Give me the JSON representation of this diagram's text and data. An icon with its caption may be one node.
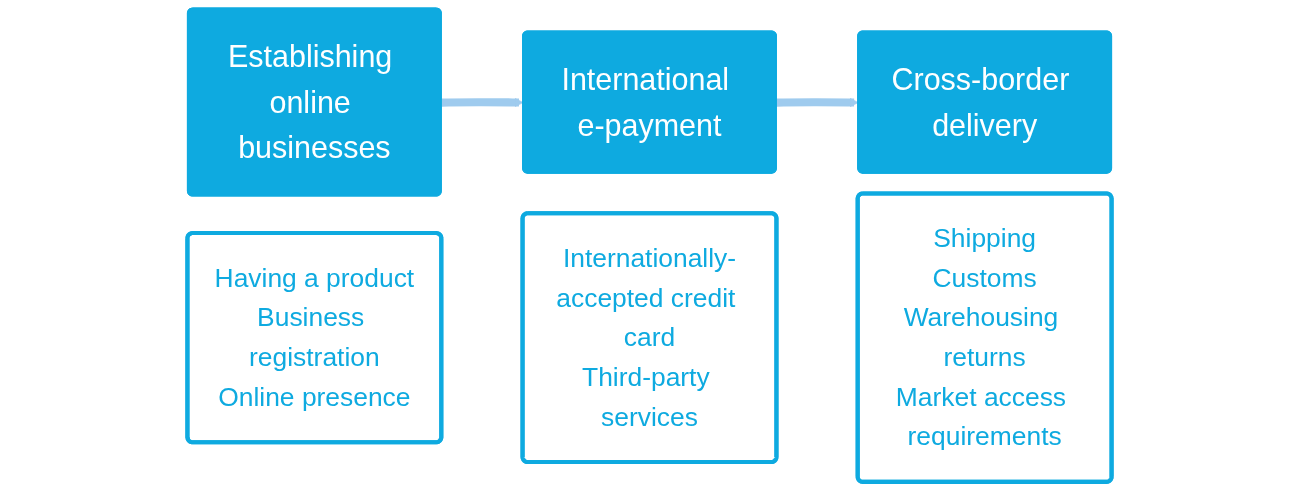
{
  "diagram": {
    "nodes": [
      {
        "text": [
          "Establishing online businesses"
        ]
      },
      {
        "text": [
          "Having a product",
          "Business registration",
          "Online presence"
        ]
      },
      {
        "text": [
          "International e-payment"
        ]
      },
      {
        "text": [
          "Internationally-accepted credit card",
          "Third-party services"
        ]
      },
      {
        "text": [
          "Cross-border delivery"
        ]
      },
      {
        "text": [
          "Shipping",
          "Customs",
          "Warehousing returns",
          "Market access requirements"
        ]
      }
    ],
    "edges": [
      {
        "from": 0,
        "to": 2,
        "arrow": "to"
      },
      {
        "from": 2,
        "to": 4,
        "arrow": "to"
      }
    ]
  }
}
